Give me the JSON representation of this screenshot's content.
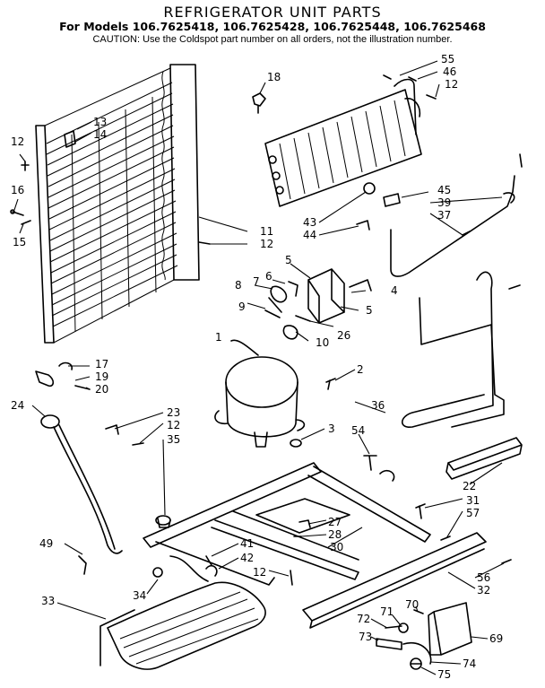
{
  "header": {
    "title": "REFRIGERATOR UNIT PARTS",
    "models": "For Models 106.7625418, 106.7625428, 106.7625448, 106.7625468",
    "caution": "CAUTION: Use the Coldspot part number on all orders, not the illustration number."
  },
  "callouts": [
    "55",
    "46",
    "12",
    "18",
    "13",
    "14",
    "12",
    "16",
    "15",
    "11",
    "12",
    "45",
    "39",
    "37",
    "43",
    "44",
    "5",
    "4",
    "6",
    "7",
    "8",
    "9",
    "5",
    "26",
    "10",
    "1",
    "17",
    "19",
    "20",
    "2",
    "36",
    "24",
    "23",
    "12",
    "35",
    "3",
    "54",
    "22",
    "31",
    "57",
    "27",
    "28",
    "30",
    "49",
    "41",
    "42",
    "12",
    "34",
    "33",
    "56",
    "32",
    "70",
    "71",
    "72",
    "73",
    "69",
    "74",
    "75"
  ]
}
